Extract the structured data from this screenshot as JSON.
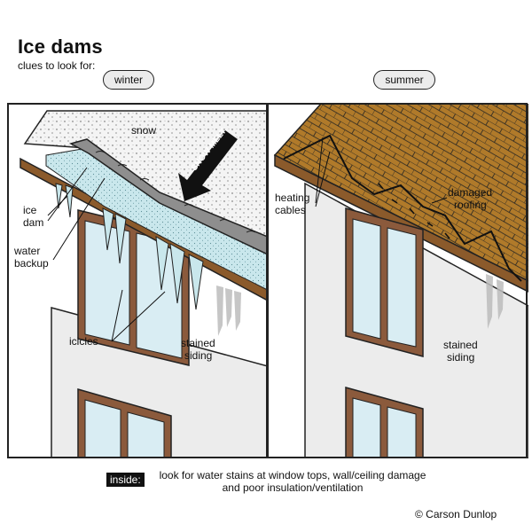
{
  "title": "Ice dams",
  "subtitle": "clues to look for:",
  "panels": {
    "winter": {
      "pill": "winter",
      "labels": {
        "snow": "snow",
        "snow_melt": "SNOW MELT",
        "ice_dam_1": "ice",
        "ice_dam_2": "dam",
        "water_backup_1": "water",
        "water_backup_2": "backup",
        "icicles": "icicles",
        "stained_1": "stained",
        "stained_2": "siding"
      }
    },
    "summer": {
      "pill": "summer",
      "labels": {
        "heating_1": "heating",
        "heating_2": "cables",
        "damaged_1": "damaged",
        "damaged_2": "roofing",
        "stained_1": "stained",
        "stained_2": "siding"
      }
    }
  },
  "footer": {
    "badge": "inside:",
    "text": "look for water stains at window tops, wall/ceiling damage and poor insulation/ventilation"
  },
  "copyright": "© Carson Dunlop",
  "colors": {
    "wall": "#ececec",
    "window_frame": "#8b5a3c",
    "glass": "#d9edf3",
    "ice": "#c9e7ec",
    "ice_dam": "#8e8e8e",
    "snow": "#f4f4f4",
    "shingles": "#b07a2a",
    "eave": "#8b5a2b"
  }
}
